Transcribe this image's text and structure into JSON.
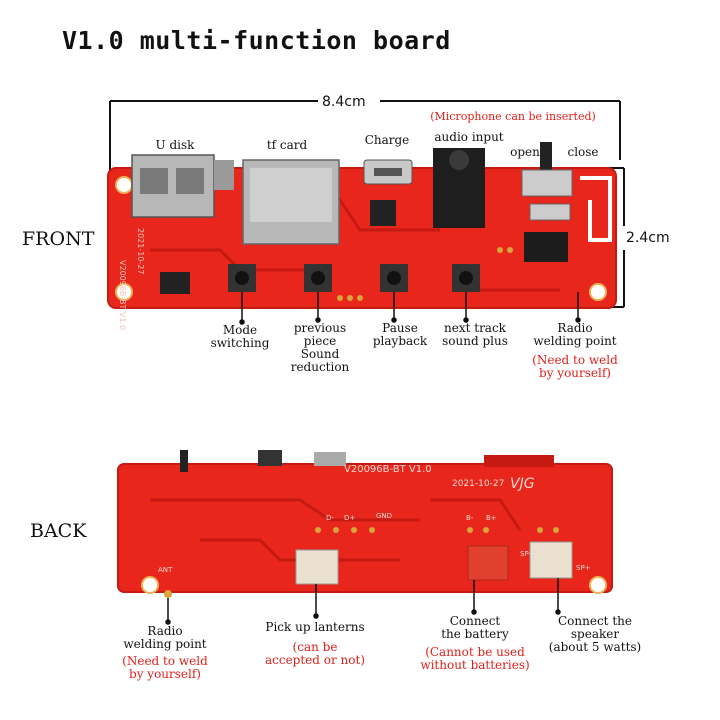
{
  "title": "V1.0 multi-function board",
  "front": {
    "side_label": "FRONT",
    "width_dim": "8.4cm",
    "height_dim": "2.4cm",
    "mic_note": "(Microphone can be inserted)",
    "top_labels": {
      "u_disk": "U disk",
      "tf_card": "tf card",
      "charge": "Charge",
      "audio_input": "audio input",
      "open": "open",
      "close": "close"
    },
    "pcb_text": {
      "model_vertical": "V20096B-BT V1.0",
      "date_vertical": "2021-10-27"
    },
    "bottom_labels": {
      "mode": [
        "Mode",
        "switching"
      ],
      "previous": [
        "previous",
        "piece",
        "Sound",
        "reduction"
      ],
      "pause": [
        "Pause",
        "playback"
      ],
      "next": [
        "next track",
        "sound plus"
      ],
      "radio": [
        "Radio",
        "welding point"
      ],
      "radio_note": [
        "(Need to weld",
        "by yourself)"
      ]
    }
  },
  "back": {
    "side_label": "BACK",
    "pcb_text": {
      "model": "V20096B-BT V1.0",
      "date": "2021-10-27",
      "logo": "VJG",
      "ant": "ANT",
      "gnd": "GND",
      "d_minus": "D-",
      "d_plus": "D+",
      "b_minus": "B-",
      "b_plus": "B+",
      "sp_minus": "SP-",
      "sp_plus": "SP+"
    },
    "bottom_labels": {
      "radio": [
        "Radio",
        "welding point"
      ],
      "radio_note": [
        "(Need to weld",
        "by yourself)"
      ],
      "lanterns": [
        "Pick up lanterns"
      ],
      "lanterns_note": [
        "(can be",
        "accepted or not)"
      ],
      "battery": [
        "Connect",
        "the battery"
      ],
      "battery_note": [
        "(Cannot be used",
        "without batteries)"
      ],
      "speaker": [
        "Connect the",
        "speaker",
        "(about 5 watts)"
      ]
    }
  },
  "colors": {
    "board": "#e8261c",
    "board_dark": "#c41a12",
    "annotation_red": "#e0201a",
    "pad_gold": "#d8a53a"
  }
}
